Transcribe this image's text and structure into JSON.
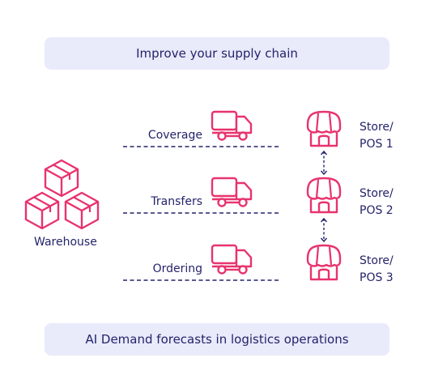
{
  "header": {
    "title": "Improve your supply chain"
  },
  "footer": {
    "caption": "AI Demand forecasts in logistics operations"
  },
  "warehouse": {
    "label": "Warehouse",
    "icon": "boxes-icon"
  },
  "routes": [
    {
      "label": "Coverage"
    },
    {
      "label": "Transfers"
    },
    {
      "label": "Ordering"
    }
  ],
  "stores": [
    {
      "line1": "Store/",
      "line2": "POS 1"
    },
    {
      "line1": "Store/",
      "line2": "POS 2"
    },
    {
      "line1": "Store/",
      "line2": "POS 3"
    }
  ],
  "colors": {
    "accent": "#e8336e",
    "text": "#24236b",
    "banner": "#e9eafa",
    "dash": "#24236b"
  },
  "icons": {
    "truck": "truck-icon",
    "store": "store-icon",
    "exchange": "double-arrow-icon"
  }
}
